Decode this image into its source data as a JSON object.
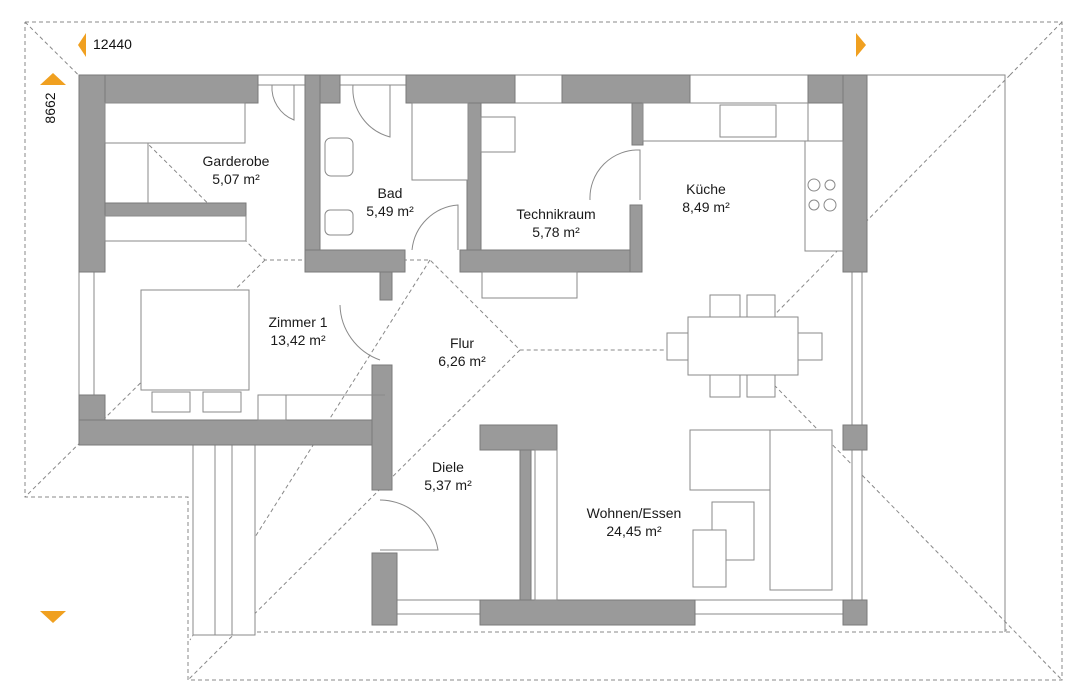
{
  "dimensions": {
    "width_label": "12440",
    "depth_label": "8662"
  },
  "rooms": [
    {
      "name": "Garderobe",
      "area": "5,07 m²"
    },
    {
      "name": "Bad",
      "area": "5,49 m²"
    },
    {
      "name": "Technikraum",
      "area": "5,78 m²"
    },
    {
      "name": "Küche",
      "area": "8,49 m²"
    },
    {
      "name": "Zimmer 1",
      "area": "13,42 m²"
    },
    {
      "name": "Flur",
      "area": "6,26 m²"
    },
    {
      "name": "Diele",
      "area": "5,37 m²"
    },
    {
      "name": "Wohnen/Essen",
      "area": "24,45 m²"
    }
  ],
  "colors": {
    "wall": "#9a9a9a",
    "accent": "#f0a020"
  }
}
